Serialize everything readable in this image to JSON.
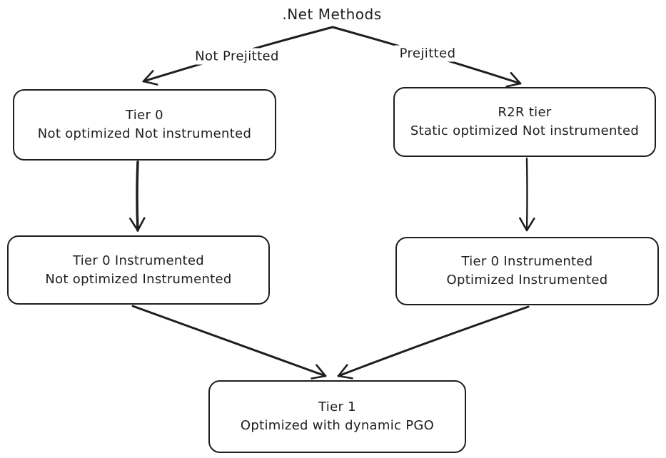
{
  "diagram": {
    "title": ".Net Methods",
    "edge_labels": {
      "not_prejitted": "Not Prejitted",
      "prejitted": "Prejitted"
    },
    "nodes": {
      "tier0": {
        "line1": "Tier 0",
        "line2": "Not optimized Not instrumented"
      },
      "r2r": {
        "line1": "R2R tier",
        "line2": "Static optimized Not instrumented"
      },
      "tier0_instrumented": {
        "line1": "Tier 0 Instrumented",
        "line2": "Not optimized Instrumented"
      },
      "tier0_optimized_instrumented": {
        "line1": "Tier 0 Instrumented",
        "line2": "Optimized Instrumented"
      },
      "tier1": {
        "line1": "Tier 1",
        "line2": "Optimized with dynamic PGO"
      }
    },
    "colors": {
      "stroke": "#1e1e1e",
      "background": "#ffffff"
    }
  }
}
